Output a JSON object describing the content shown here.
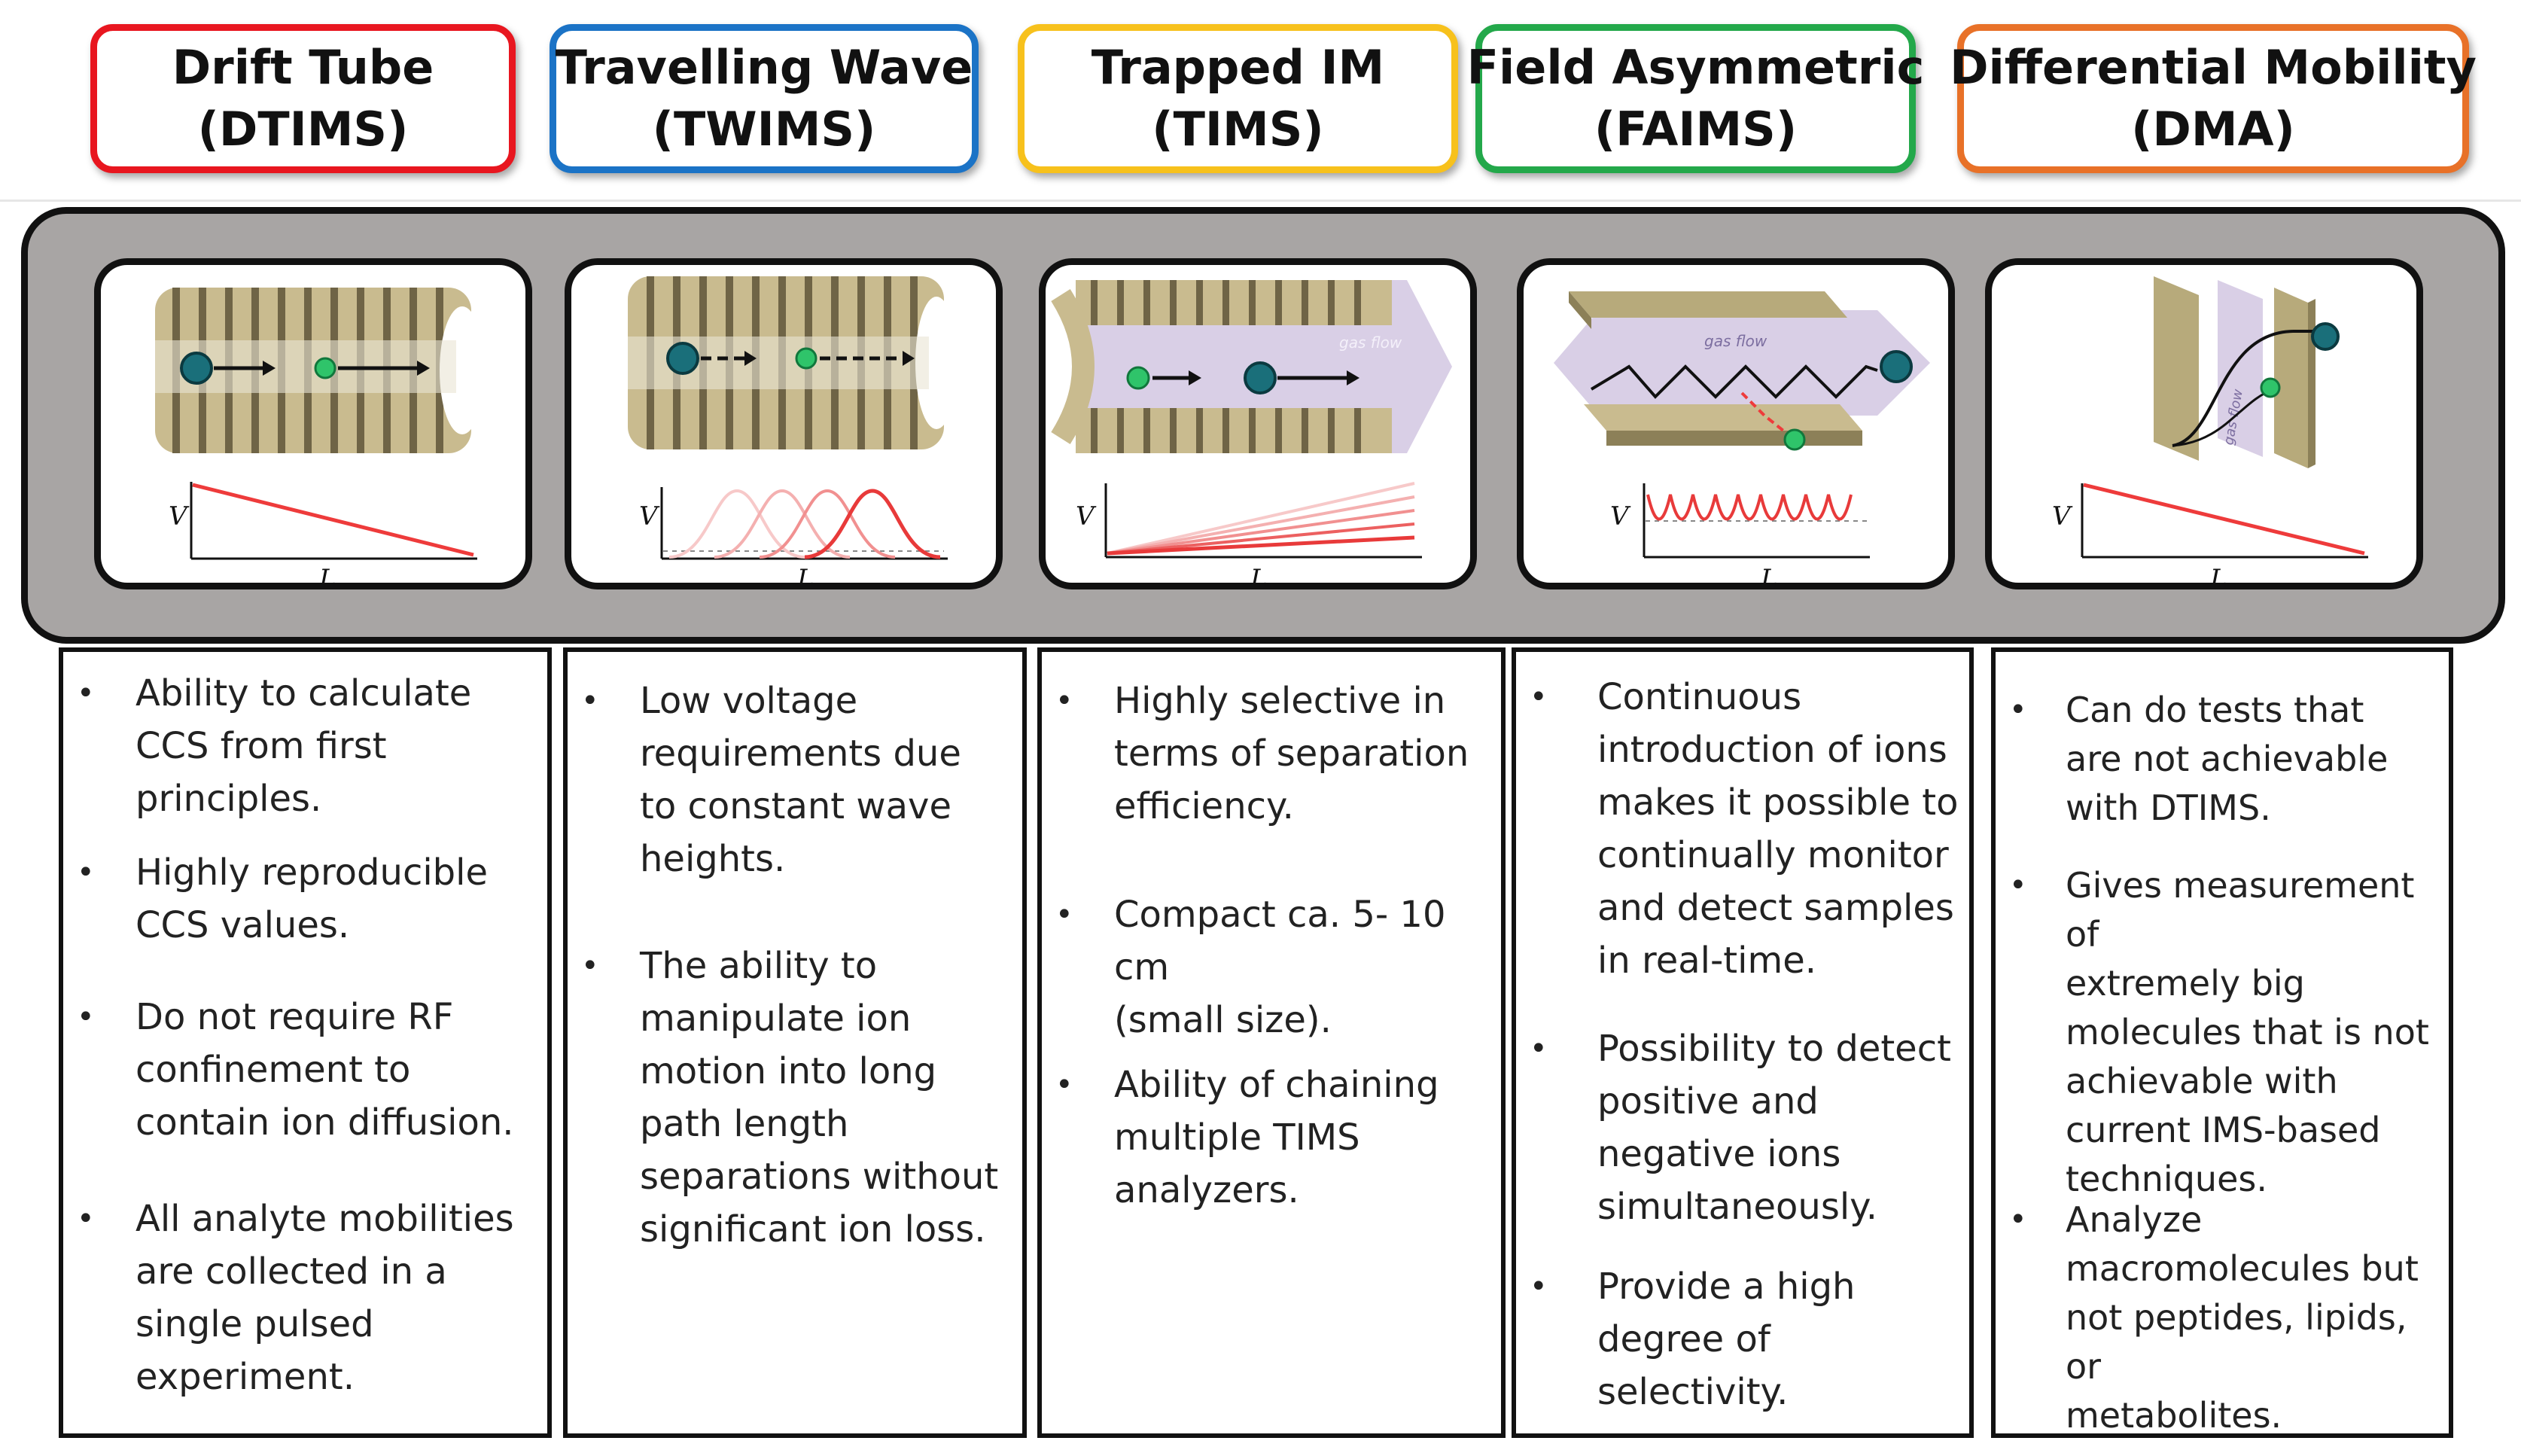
{
  "colors": {
    "dtims": "#e8161f",
    "twims": "#1b73c6",
    "tims": "#f7c11c",
    "faims": "#23a84a",
    "dma": "#e87128",
    "band": "#a8a5a4"
  },
  "headers": [
    {
      "line1": "Drift Tube",
      "line2": "(DTIMS)"
    },
    {
      "line1": "Travelling Wave",
      "line2": "(TWIMS)"
    },
    {
      "line1": "Trapped IM",
      "line2": "(TIMS)"
    },
    {
      "line1": "Field Asymmetric",
      "line2": "(FAIMS)"
    },
    {
      "line1": "Differential Mobility",
      "line2": "(DMA)"
    }
  ],
  "plot_axes": {
    "y": "V",
    "x": "L"
  },
  "panel_labels": {
    "gas_flow": "gas flow"
  },
  "columns": [
    {
      "bullets": [
        {
          "text": "Ability to calculate\nCCS from first\nprinciples."
        },
        {
          "text": "Highly reproducible\nCCS values."
        },
        {
          "text": "Do not require RF\nconfinement to\ncontain ion diffusion."
        },
        {
          "text": "All analyte mobilities\nare collected in a\nsingle pulsed\nexperiment."
        }
      ]
    },
    {
      "bullets": [
        {
          "text": "Low voltage\nrequirements due\nto constant wave\nheights."
        },
        {
          "text": "The ability to\nmanipulate ion\nmotion into long\npath length\nseparations without\nsignificant ion loss."
        }
      ]
    },
    {
      "bullets": [
        {
          "text": "Highly selective in\nterms of separation\nefficiency."
        },
        {
          "text": "Compact ca. 5- 10 cm\n(small size)."
        },
        {
          "text": "Ability of chaining\nmultiple TIMS\nanalyzers."
        }
      ]
    },
    {
      "bullets": [
        {
          "text": "Continuous\nintroduction of ions\nmakes it possible to\ncontinually monitor\nand detect samples\nin real-time."
        },
        {
          "text": "Possibility to detect\npositive and\nnegative ions\nsimultaneously."
        },
        {
          "text": "Provide a high\ndegree of selectivity."
        }
      ]
    },
    {
      "bullets": [
        {
          "text": "Can do tests that\nare not achievable\nwith DTIMS."
        },
        {
          "text": "Gives measurement of\nextremely big\nmolecules that is not\nachievable with\ncurrent IMS-based\ntechniques."
        },
        {
          "text": "Analyze\nmacromolecules but\nnot peptides, lipids, or\nmetabolites."
        }
      ]
    }
  ]
}
